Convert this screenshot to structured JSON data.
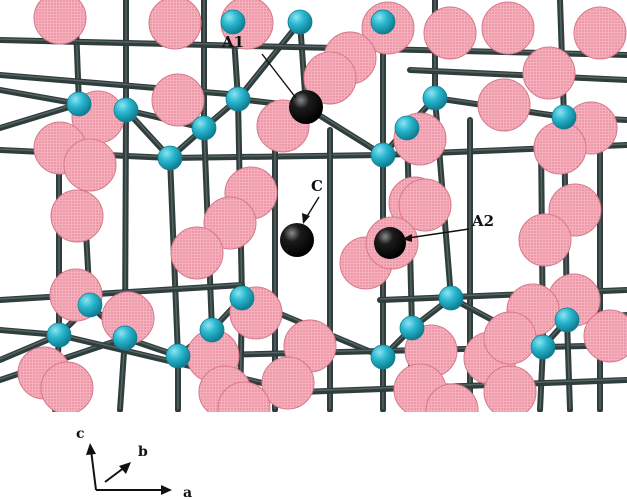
{
  "figure": {
    "site_labels": {
      "a1": "A1",
      "a2": "A2",
      "c": "C"
    },
    "axes": {
      "a": "a",
      "b": "b",
      "c": "c"
    },
    "colors": {
      "large_atom": "#f4a4b4",
      "large_atom_edge": "#d7788a",
      "small_atom": "#29b7cf",
      "small_atom_edge": "#117f92",
      "interstitial_atom": "#111111",
      "bond": "#2f3d3c",
      "bond_highlight": "#556462"
    }
  }
}
